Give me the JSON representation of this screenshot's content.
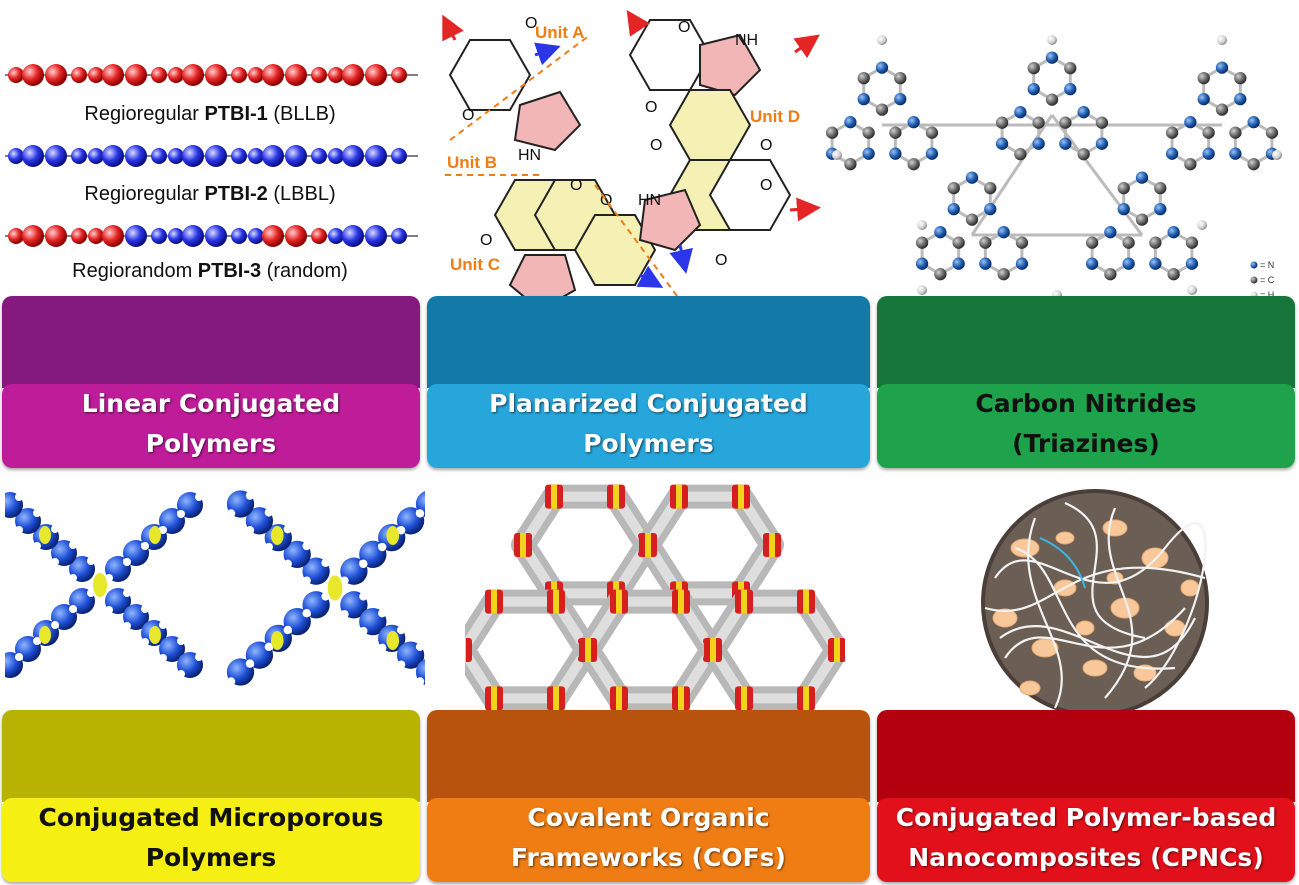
{
  "categories": [
    {
      "label_line1": "Linear Conjugated",
      "label_line2": "Polymers",
      "top_color": "#841a80",
      "bottom_color": "#bf1c9a",
      "text": "light"
    },
    {
      "label_line1": "Planarized Conjugated",
      "label_line2": "Polymers",
      "top_color": "#1279a9",
      "bottom_color": "#27a6dc",
      "text": "light"
    },
    {
      "label_line1": "Carbon Nitrides",
      "label_line2": "(Triazines)",
      "top_color": "#15753a",
      "bottom_color": "#1fa24c",
      "text": "dark"
    },
    {
      "label_line1": "Conjugated Microporous",
      "label_line2": "Polymers",
      "top_color": "#b7b300",
      "bottom_color": "#f5ef13",
      "text": "dark"
    },
    {
      "label_line1": "Covalent Organic",
      "label_line2": "Frameworks (COFs)",
      "top_color": "#b7530c",
      "bottom_color": "#f07d14",
      "text": "light"
    },
    {
      "label_line1": "Conjugated Polymer-based",
      "label_line2": "Nanocomposites (CPNCs)",
      "top_color": "#b3000e",
      "bottom_color": "#e2101a",
      "text": "light"
    }
  ],
  "linear_chains": [
    {
      "prefix": "Regioregular ",
      "name": "PTBI-1",
      "suffix": " (BLLB)"
    },
    {
      "prefix": "Regioregular ",
      "name": "PTBI-2",
      "suffix": " (LBBL)"
    },
    {
      "prefix": "Regiorandom ",
      "name": "PTBI-3",
      "suffix": " (random)"
    }
  ],
  "planarized_units": [
    "Unit A",
    "Unit B",
    "Unit C",
    "Unit D"
  ],
  "molecule_atoms": {
    "o": "O",
    "nh": "NH",
    "hn": "HN",
    "h": "H",
    "n": "N"
  },
  "triazine_legend": [
    "= N",
    "= C",
    "= H"
  ],
  "colors": {
    "bead_red": "#e52525",
    "bead_blue": "#2a36e8",
    "unit_orange": "#f07d14",
    "ring_yellow": "#f5f0b4",
    "ring_pink": "#f2b6b6"
  }
}
